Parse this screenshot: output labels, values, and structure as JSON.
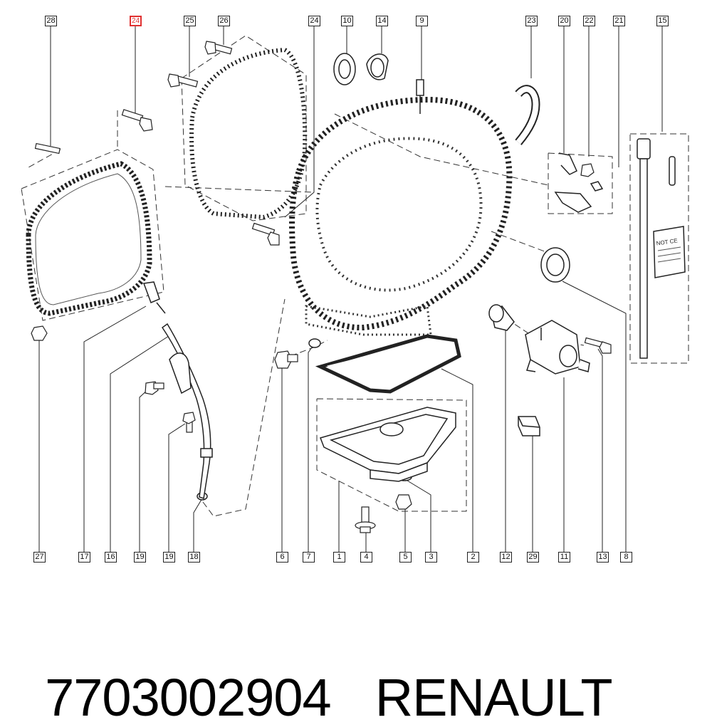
{
  "caption": {
    "part_number": "7703002904",
    "brand": "RENAULT"
  },
  "diagram": {
    "labels": {
      "top": [
        "28",
        "24",
        "25",
        "26",
        "24",
        "10",
        "14",
        "9",
        "23",
        "20",
        "22",
        "21",
        "15"
      ],
      "bottom": [
        "27",
        "17",
        "16",
        "19",
        "19",
        "18",
        "6",
        "7",
        "1",
        "4",
        "5",
        "3",
        "2",
        "12",
        "29",
        "11",
        "13",
        "8"
      ]
    },
    "highlighted_label": "24",
    "manual_text": "NOT CE"
  }
}
